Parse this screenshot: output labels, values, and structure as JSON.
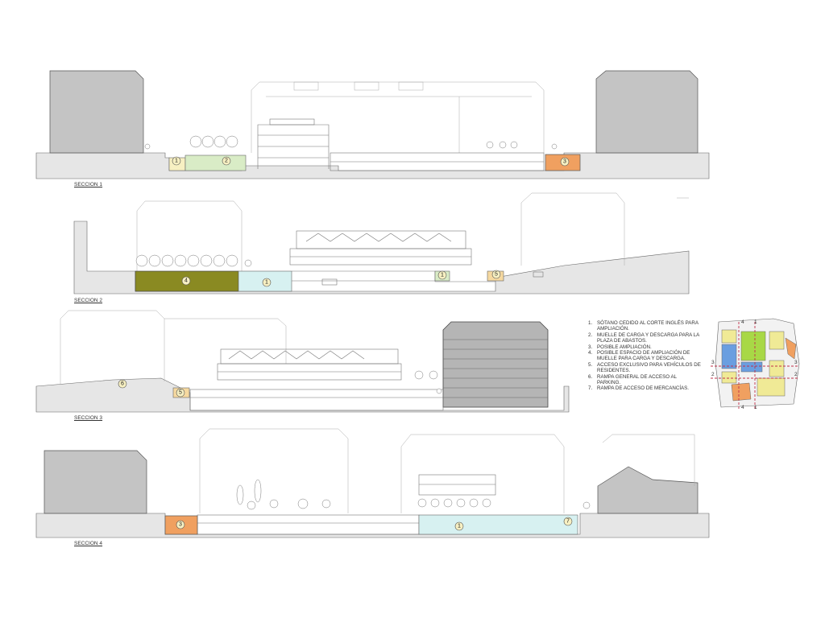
{
  "sections": [
    {
      "title": "SECCION 1",
      "markers": [
        "1",
        "2",
        "3"
      ]
    },
    {
      "title": "SECCION 2",
      "markers": [
        "4",
        "1",
        "1",
        "5"
      ]
    },
    {
      "title": "SECCION 3",
      "markers": [
        "6",
        "5"
      ]
    },
    {
      "title": "SECCION 4",
      "markers": [
        "3",
        "1",
        "7"
      ]
    }
  ],
  "legend": [
    {
      "n": "1.",
      "text": "SÓTANO CEDIDO AL CORTE INGLÉS PARA AMPLIACIÓN."
    },
    {
      "n": "2.",
      "text": "MUELLE DE CARGA Y DESCARGA PARA LA PLAZA DE ABASTOS."
    },
    {
      "n": "3.",
      "text": "POSIBLE AMPLIACIÓN."
    },
    {
      "n": "4.",
      "text": "POSIBLE ESPACIO DE AMPLIACIÓN DE MUELLE PARA CARGA Y DESCARGA."
    },
    {
      "n": "5.",
      "text": "ACCESO EXCLUSIVO PARA VEHÍCULOS DE RESIDENTES."
    },
    {
      "n": "6.",
      "text": "RAMPA GENERAL DE ACCESO AL PARKING."
    },
    {
      "n": "7.",
      "text": "RAMPA DE ACCESO DE MERCANCÍAS."
    }
  ],
  "keyplan": {
    "cut_labels": [
      "4",
      "1",
      "3",
      "3",
      "2",
      "2",
      "4",
      "1"
    ]
  },
  "colors": {
    "ground": "#e4e4e4",
    "building": "#c4c4c4",
    "sotano": "#d7f1f1",
    "muelle": "#d9ecc6",
    "ampliacion": "#f0a060",
    "espacio4": "#8a8a22",
    "acceso5": "#f6d9a0",
    "rampa6": "#f7f0c2",
    "keyplan_blue": "#6a9ee0",
    "keyplan_green": "#a8d846",
    "keyplan_yellow": "#f0ea96",
    "keyplan_cut": "#c0304a"
  }
}
